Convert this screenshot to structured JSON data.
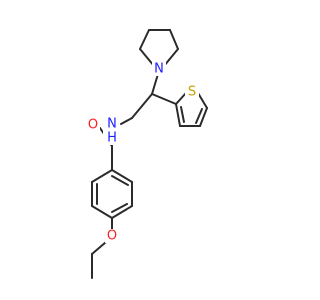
{
  "diagram": {
    "type": "skeletal-structure",
    "colors": {
      "bond": "#2b2b2b",
      "carbon": "#2b2b2b",
      "nitrogen": "#2020ff",
      "oxygen": "#ff1f1f",
      "sulfur": "#c8a000",
      "background": "#ffffff"
    },
    "atoms": {
      "pyrrolidine_n": {
        "label": "N",
        "element": "nitrogen"
      },
      "amide_nh": {
        "label": "N",
        "label_sub": "H",
        "element": "nitrogen"
      },
      "carbonyl_o": {
        "label": "O",
        "element": "oxygen"
      },
      "ether_o": {
        "label": "O",
        "element": "oxygen"
      },
      "thiophene_s": {
        "label": "S",
        "element": "sulfur"
      }
    }
  }
}
